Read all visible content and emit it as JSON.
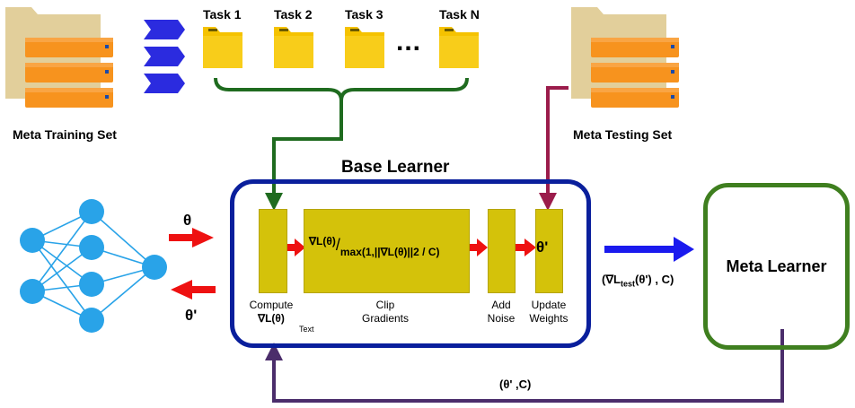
{
  "meta_training_set_label": "Meta Training Set",
  "meta_testing_set_label": "Meta Testing Set",
  "tasks": [
    "Task 1",
    "Task 2",
    "Task 3",
    "Task N"
  ],
  "ellipsis": "...",
  "base_learner_title": "Base Learner",
  "meta_learner_label": "Meta Learner",
  "theta_in": "θ",
  "theta_out": "θ'",
  "steps": {
    "compute_line1": "Compute",
    "compute_line2": "∇L(θ)",
    "text_note": "Text",
    "clip_formula_numerator": "∇L(θ)",
    "clip_formula_denominator": "max(1,||∇L(θ)||2 / C)",
    "clip_line1": "Clip",
    "clip_line2": "Gradients",
    "noise_line1": "Add",
    "noise_line2": "Noise",
    "update_line1": "Update",
    "update_line2": "Weights",
    "update_symbol": "θ'"
  },
  "meta_gradient_label_pre": "(∇L",
  "meta_gradient_label_sub": "test",
  "meta_gradient_label_post": "(θ') , C)",
  "feedback_label": "(θ' ,C)",
  "colors": {
    "dark_blue": "#0a1f9c",
    "green": "#3f7f1f",
    "dark_green_arrow": "#1f6b1f",
    "maroon": "#9b1c4b",
    "purple": "#4b2d6b",
    "red": "#ee1111",
    "blue_arrow": "#1a1aee",
    "gold": "#d4c20a",
    "node": "#29a3e8"
  }
}
